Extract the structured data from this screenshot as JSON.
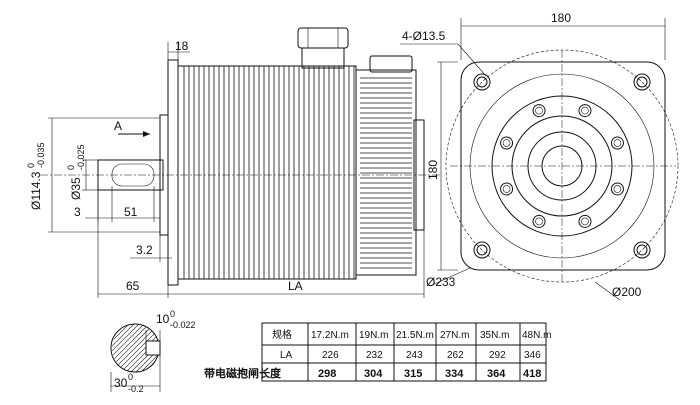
{
  "dimensions": {
    "flange_thickness": "18",
    "bolt_holes": "4-Ø13.5",
    "flange_width": "180",
    "flange_height": "180",
    "pilot_diameter_base": "Ø114.3",
    "pilot_diameter_sup": "0",
    "pilot_diameter_sub": "-0.035",
    "shaft_diameter_base": "Ø35",
    "shaft_diameter_sup": "0",
    "shaft_diameter_sub": "-0.025",
    "shaft_step": "3",
    "keyway_length": "51",
    "pilot_depth": "3.2",
    "shaft_length": "65",
    "body_length": "LA",
    "bolt_circle": "Ø200",
    "outer_circle": "Ø233",
    "view_marker": "A",
    "key_width_base": "10",
    "key_width_sup": "0",
    "key_width_sub": "-0.022",
    "key_depth_base": "30",
    "key_depth_sup": "0",
    "key_depth_sub": "-0.2"
  },
  "table": {
    "header_label": "规格",
    "columns": [
      "17.2N.m",
      "19N.m",
      "21.5N.m",
      "27N.m",
      "35N.m",
      "48N.m"
    ],
    "row_la_label": "LA",
    "row_la_values": [
      "226",
      "232",
      "243",
      "262",
      "292",
      "346"
    ],
    "row_brake_label": "带电磁抱闸长度",
    "row_brake_values": [
      "298",
      "304",
      "315",
      "334",
      "364",
      "418"
    ]
  }
}
